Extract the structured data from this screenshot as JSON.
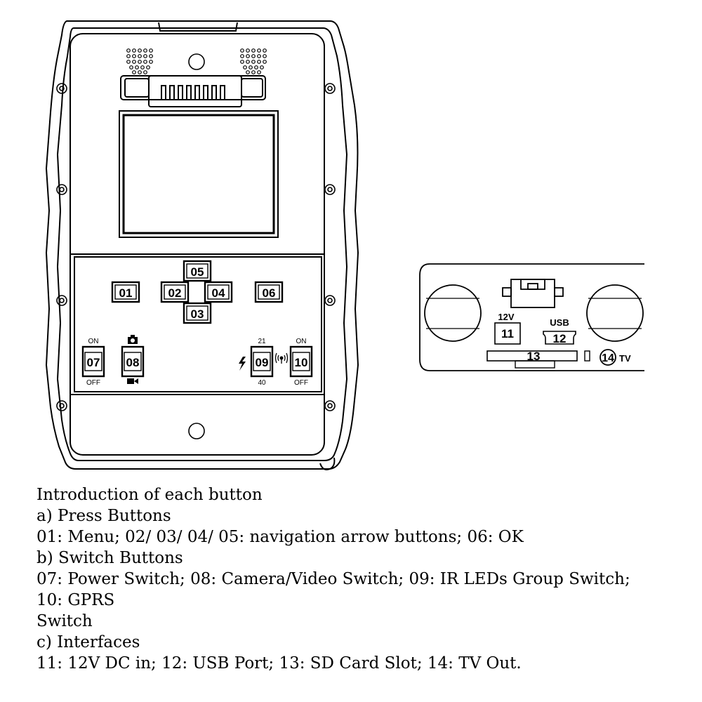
{
  "buttons": {
    "b01": "01",
    "b02": "02",
    "b03": "03",
    "b04": "04",
    "b05": "05",
    "b06": "06",
    "b07": "07",
    "b08": "08",
    "b09": "09",
    "b10": "10"
  },
  "switch_labels": {
    "power_on": "ON",
    "power_off": "OFF",
    "ir_top": "21",
    "ir_bottom": "40",
    "gprs_on": "ON",
    "gprs_off": "OFF"
  },
  "interfaces": {
    "dc_label": "12V",
    "dc_number": "11",
    "usb_label": "USB",
    "usb_number": "12",
    "sd_number": "13",
    "tv_number": "14",
    "tv_label": "TV"
  },
  "icons": {
    "camera": "camera-icon",
    "video": "video-camera-icon",
    "flash": "lightning-icon",
    "signal": "wireless-signal-icon"
  },
  "intro": {
    "heading": "Introduction of each button",
    "section_a": "a) Press Buttons",
    "line_a": "01: Menu; 02/ 03/ 04/ 05: navigation arrow buttons; 06: OK",
    "section_b": "b) Switch Buttons",
    "line_b1": "07: Power Switch; 08: Camera/Video Switch; 09: IR LEDs Group Switch;",
    "line_b2": "10: GPRS",
    "line_b3": "Switch",
    "section_c": "c) Interfaces",
    "line_c": "11: 12V DC in; 12: USB Port; 13: SD Card Slot; 14: TV Out."
  }
}
